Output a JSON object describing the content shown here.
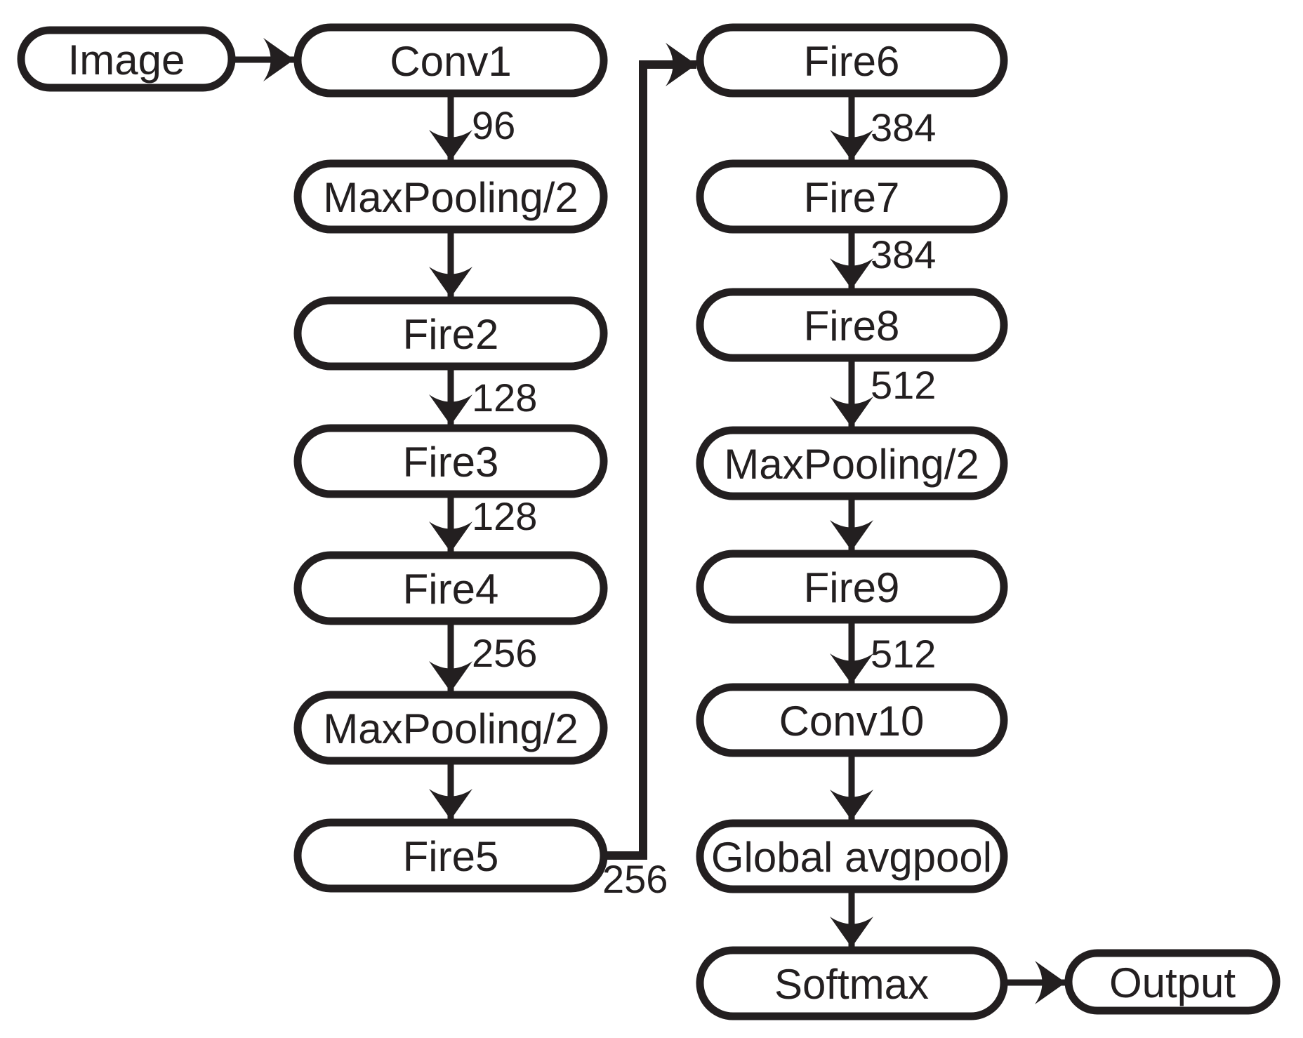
{
  "diagram": {
    "title": "SqueezeNet architecture flowchart",
    "background_color": "#ffffff",
    "stroke_color": "#231f20",
    "nodes": {
      "image": {
        "label": "Image"
      },
      "conv1": {
        "label": "Conv1"
      },
      "maxpool1": {
        "label": "MaxPooling/2"
      },
      "fire2": {
        "label": "Fire2"
      },
      "fire3": {
        "label": "Fire3"
      },
      "fire4": {
        "label": "Fire4"
      },
      "maxpool4": {
        "label": "MaxPooling/2"
      },
      "fire5": {
        "label": "Fire5"
      },
      "fire6": {
        "label": "Fire6"
      },
      "fire7": {
        "label": "Fire7"
      },
      "fire8": {
        "label": "Fire8"
      },
      "maxpool8": {
        "label": "MaxPooling/2"
      },
      "fire9": {
        "label": "Fire9"
      },
      "conv10": {
        "label": "Conv10"
      },
      "global_avgpool": {
        "label": "Global avgpool"
      },
      "softmax": {
        "label": "Softmax"
      },
      "output": {
        "label": "Output"
      }
    },
    "edge_labels": {
      "conv1_to_maxpool1": "96",
      "fire2_to_fire3": "128",
      "fire3_to_fire4": "128",
      "fire4_to_maxpool4": "256",
      "fire5_to_fire6": "256",
      "fire6_to_fire7": "384",
      "fire7_to_fire8": "384",
      "fire8_to_maxpool8": "512",
      "fire9_to_conv10": "512"
    }
  }
}
